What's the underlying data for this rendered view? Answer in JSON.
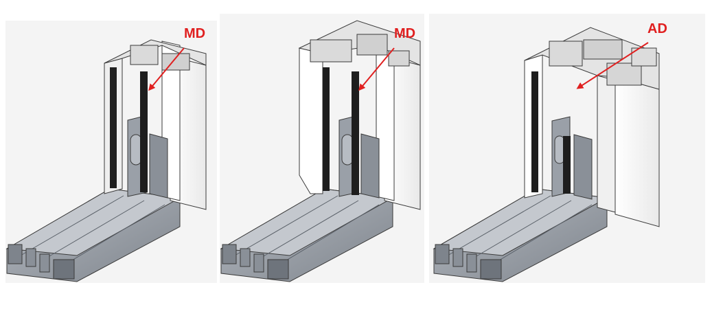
{
  "figure": {
    "colors": {
      "label_red": "#e02020",
      "seal_black": "#1e1e1e",
      "frame_white": "#f7f7f7",
      "profile_gray": "#9aa0a8",
      "profile_dark": "#6e747c",
      "outline": "#3a3a3a"
    },
    "panels": [
      {
        "label": "MD"
      },
      {
        "label": "MD"
      },
      {
        "label": "AD"
      }
    ]
  }
}
